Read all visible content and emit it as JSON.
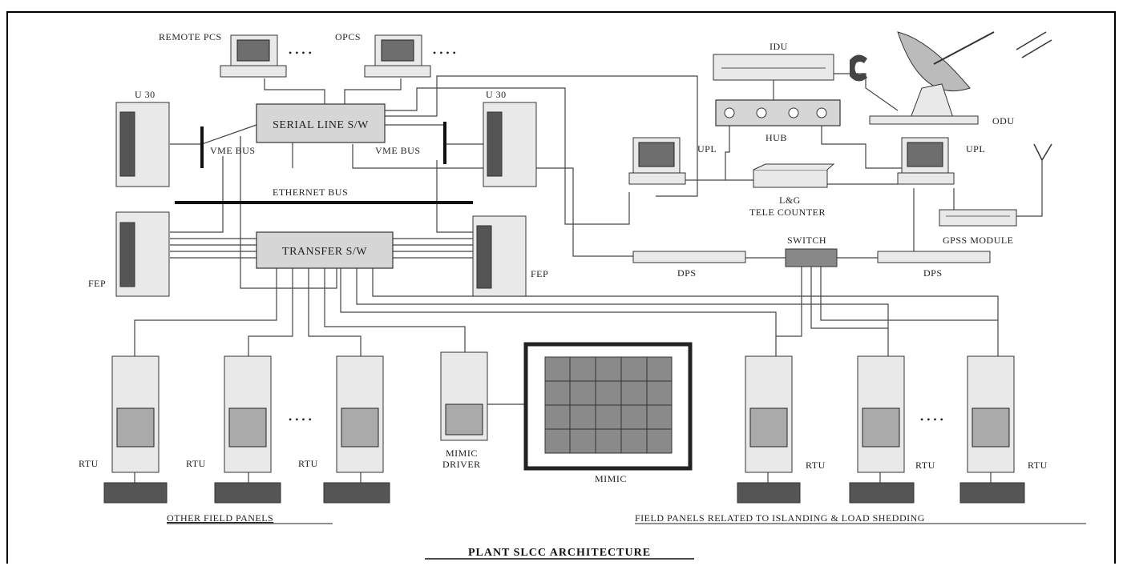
{
  "title": "PLANT SLCC ARCHITECTURE",
  "labels": {
    "remote_pcs": "REMOTE PCS",
    "opcs": "OPCS",
    "u30_left": "U 30",
    "u30_right": "U 30",
    "serial_line": "SERIAL LINE S/W",
    "vme_left": "VME BUS",
    "vme_right": "VME BUS",
    "ethernet": "ETHERNET BUS",
    "transfer": "TRANSFER S/W",
    "fep_left": "FEP",
    "fep_right": "FEP",
    "idu": "IDU",
    "hub": "HUB",
    "odu": "ODU",
    "upl_left": "UPL",
    "upl_right": "UPL",
    "lg_line1": "L&G",
    "lg_line2": "TELE COUNTER",
    "gpss": "GPSS MODULE",
    "switch": "SWITCH",
    "dps_left": "DPS",
    "dps_right": "DPS",
    "rtu_1": "RTU",
    "rtu_2": "RTU",
    "rtu_3": "RTU",
    "rtu_4": "RTU",
    "rtu_5": "RTU",
    "rtu_6": "RTU",
    "mimic_driver_1": "MIMIC",
    "mimic_driver_2": "DRIVER",
    "mimic": "MIMIC",
    "other_panels": "OTHER FIELD PANELS",
    "related_panels": "FIELD PANELS RELATED TO ISLANDING & LOAD SHEDDING"
  }
}
